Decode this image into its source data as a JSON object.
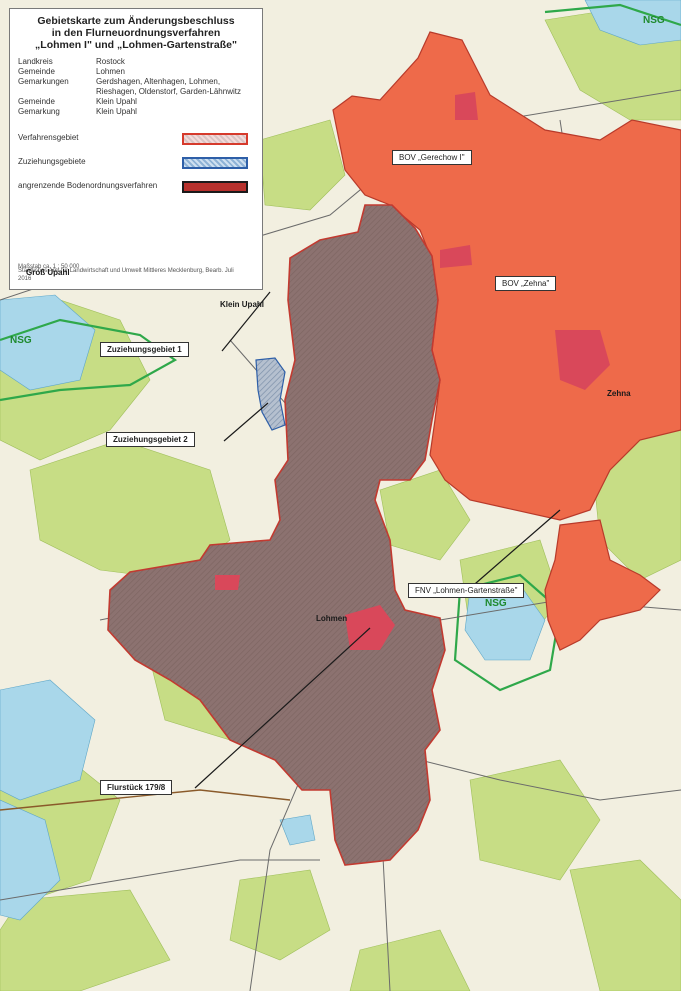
{
  "legend": {
    "title_line1": "Gebietskarte zum Änderungsbeschluss",
    "title_line2": "in den Flurneuordnungsverfahren",
    "title_line3": "„Lohmen I\" und „Lohmen-Gartenstraße\"",
    "info": [
      {
        "key": "Landkreis",
        "value": "Rostock"
      },
      {
        "key": "Gemeinde",
        "value": "Lohmen"
      },
      {
        "key": "Gemarkungen",
        "value": "Gerdshagen, Altenhagen, Lohmen, Rieshagen, Oldenstorf, Garden-Lähnwitz"
      },
      {
        "key": "Gemeinde",
        "value": "Klein Upahl"
      },
      {
        "key": "Gemarkung",
        "value": "Klein Upahl"
      }
    ],
    "entries": [
      {
        "label": "Verfahrensgebiet"
      },
      {
        "label": "Zuziehungsgebiete"
      },
      {
        "label": "angrenzende Bodenordnungsverfahren"
      }
    ],
    "scale": "Maßstab ca. 1 : 50 000",
    "source": "Staatliches Amt für Landwirtschaft und Umwelt Mittleres Mecklenburg, Bearb. Juli 2016"
  },
  "callouts": {
    "bov_gerechow": "BOV „Gerechow I\"",
    "bov_zehna": "BOV „Zehna\"",
    "zuz1": "Zuziehungsgebiet 1",
    "zuz2": "Zuziehungsgebiet 2",
    "fnv": "FNV „Lohmen-Gartenstraße\"",
    "flurstueck": "Flurstück 179/8"
  },
  "places": {
    "lohmen": "Lohmen",
    "zehna": "Zehna",
    "klein_upahl": "Klein Upahl",
    "gross_upahl": "Groß Upahl",
    "nsg_top": "NSG",
    "nsg_left": "NSG",
    "nsg_mid": "NSG"
  },
  "colors": {
    "verfahrensgebiet_fill": "#8c7270",
    "verfahrensgebiet_border": "#c23a30",
    "bov_fill": "#ee6a4a",
    "zuziehung_fill": "#9aa6b8",
    "forest": "#c7dd85",
    "water": "#a9d7ea",
    "background": "#f2efe0"
  }
}
